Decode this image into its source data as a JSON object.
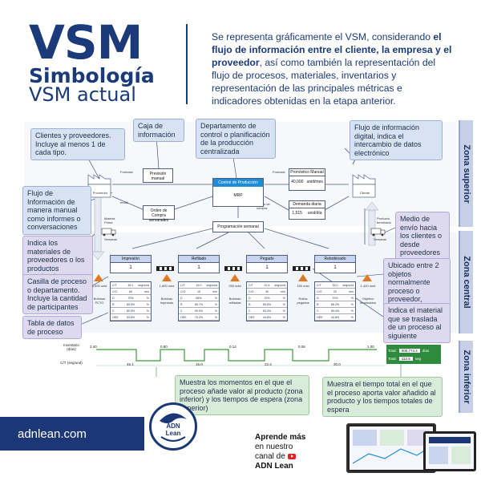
{
  "header": {
    "title": "VSM",
    "subtitle1": "Simbología",
    "subtitle2": "VSM actual",
    "intro_a": "Se representa gráficamente el VSM, considerando ",
    "intro_b": "el flujo de información entre el cliente, la empresa y el proveedor",
    "intro_c": ", así como también la representación del flujo de procesos, materiales, inventarios y representación de las principales métricas e indicadores obtenidas en la etapa anterior."
  },
  "zones": {
    "top": "Zona superior",
    "middle": "Zona central",
    "bottom": "Zona inferior"
  },
  "callouts": {
    "clients": "Clientes y proveedores. Incluye al menos 1 de cada tipo.",
    "info_box": "Caja de información",
    "dept": "Departamento de control o planificación de la producción centralizada",
    "digital": "Flujo de información digital, indica el intercambio de datos electrónico",
    "manual": "Flujo de Información de manera manual como informes o conversaciones",
    "materials": "Indica los materiales de proveedores o los productos terminados",
    "shipping": "Medio de envío hacia los clientes o desde proveedores",
    "inventory": "Ubicado entre 2 objetos normalmente proceso o proveedor, representa el recuento",
    "process_box": "Casilla de proceso o departamento. Incluye la cantidad de participantes",
    "push": "Indica el material que se traslada de un proceso al siguiente",
    "data_table": "Tabla de datos de proceso",
    "value_time": "Muestra los momentos en el que el proceso añade valor al producto (zona inferior) y los tiempos de espera (zona superior)",
    "total_time": "Muestra el tiempo total en el que el proceso aporta valor añadido al producto y los tiempos totales de espera"
  },
  "diagram": {
    "supplier": "Proveedor",
    "customer": "Cliente",
    "forecast_left": "Forecast",
    "forecast_right": "Forecast",
    "email_left": "email",
    "email_right": "Orden de compra",
    "prevision": "Previsión manual",
    "orden_semanal": "Orden de Compra semanales",
    "control": "Control de Producción",
    "mrp": "MRP",
    "programacion": "Programación semanal",
    "pron_manual": "Pronóstico Manual",
    "pron_val": "40,000",
    "pron_unit": "unid/mes",
    "demanda": "Demanda diaria",
    "demanda_val": "1,515",
    "demanda_unit": "unid/día",
    "mat_prima": "Materia Prima",
    "semanal_l": "Semanal",
    "prod_term": "Producto terminado",
    "semanal_r": "Semanal",
    "processes": [
      {
        "name": "Impresión",
        "ops": "1",
        "inv": "4,500 unid",
        "inv_lbl": "Bobinas PCTO",
        "rows": [
          [
            "C/T",
            "45.1",
            "seg/unid"
          ],
          [
            "C/O",
            "60",
            "min"
          ],
          [
            "D",
            "70%",
            "%"
          ],
          [
            "R",
            "85.5%",
            "%"
          ],
          [
            "C",
            "80.5%",
            "%"
          ],
          [
            "OEE",
            "53.6%",
            "%"
          ]
        ]
      },
      {
        "name": "Refilado",
        "ops": "1",
        "inv": "1,600 unid",
        "inv_lbl": "Bobinas Impresas",
        "rows": [
          [
            "C/T",
            "16.0",
            "seg/unid"
          ],
          [
            "C/O",
            "15",
            "min"
          ],
          [
            "D",
            "68%",
            "%"
          ],
          [
            "R",
            "89.7%",
            "%"
          ],
          [
            "C",
            "90.5%",
            "%"
          ],
          [
            "OEE",
            "70.2%",
            "%"
          ]
        ]
      },
      {
        "name": "Pegado",
        "ops": "1",
        "inv": "250 unid",
        "inv_lbl": "Bobinas refiladas",
        "rows": [
          [
            "C/T",
            "22.4",
            "seg/unid"
          ],
          [
            "C/O",
            "30",
            "min"
          ],
          [
            "D",
            "70%",
            "%"
          ],
          [
            "R",
            "85.5%",
            "%"
          ],
          [
            "C",
            "63.3%",
            "%"
          ],
          [
            "OEE",
            "44.8%",
            "%"
          ]
        ]
      },
      {
        "name": "Rebobinado",
        "ops": "1",
        "inv": "150 unid",
        "inv_lbl": "Rollos pegados",
        "rows": [
          [
            "C/T",
            "30.0",
            "seg/unid"
          ],
          [
            "C/O",
            "20",
            "min"
          ],
          [
            "D",
            "70%",
            "%"
          ],
          [
            "R",
            "66.2%",
            "%"
          ],
          [
            "C",
            "89.4%",
            "%"
          ],
          [
            "OEE",
            "44.8%",
            "%"
          ]
        ]
      }
    ],
    "final_inv": "1,420 unid",
    "final_lbl": "Objetivo terminados",
    "timeline": {
      "inv_label": "Inventario (días)",
      "ct_label": "C/T (seg/und)",
      "waits": [
        "2.40",
        "0.80",
        "0.14",
        "0.08",
        "1.00"
      ],
      "cts": [
        "45.1",
        "16.0",
        "22.4",
        "30.0"
      ],
      "total_wait_lbl": "Total:",
      "total_wait": "000.774.4",
      "total_wait_unit": "días",
      "total_ct_lbl": "Total:",
      "total_ct": "113.5",
      "total_ct_unit": "seg"
    }
  },
  "footer": {
    "url": "adnlean.com",
    "logo_line1": "ADN",
    "logo_line2": "Lean",
    "learn_a": "Aprende más",
    "learn_b": "en nuestro",
    "learn_c": "canal de",
    "learn_d": "ADN Lean"
  },
  "colors": {
    "navy": "#1a3a7a",
    "zone": "#c6cfe6",
    "orange": "#e07a22",
    "green": "#9ccb9c"
  }
}
